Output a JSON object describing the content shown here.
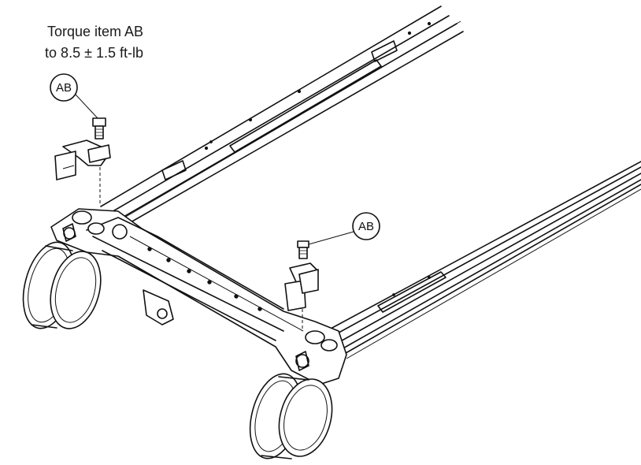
{
  "note": {
    "line1": "Torque item AB",
    "line2": "to 8.5 ± 1.5 ft-lb"
  },
  "callouts": [
    {
      "label": "AB"
    },
    {
      "label": "AB"
    }
  ],
  "colors": {
    "ink": "#111111",
    "background": "#ffffff"
  }
}
